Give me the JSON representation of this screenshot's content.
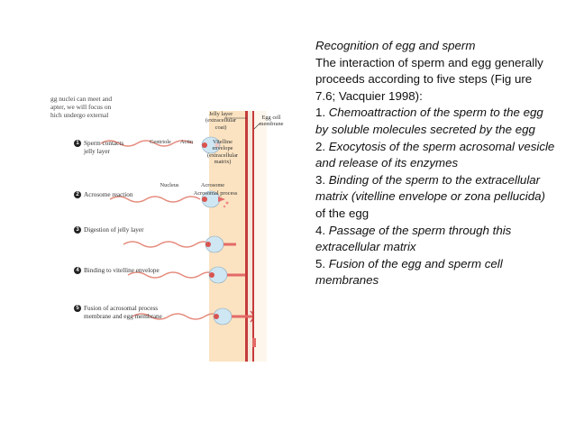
{
  "figure": {
    "background_text": [
      "gg nuclei can meet and",
      "apter, we will focus on",
      "hich undergo external"
    ],
    "labels": {
      "jelly_layer": [
        "Jelly layer",
        "(extracellular",
        "coat)"
      ],
      "egg_cell_membrane": [
        "Egg cell",
        "membrane"
      ],
      "centriole": "Centriole",
      "actin": "Actin",
      "vitelline_envelope": [
        "Vitelline",
        "envelope",
        "(extracellular",
        "matrix)"
      ],
      "nucleus": "Nucleus",
      "acrosome": "Acrosome",
      "acrosomal_process": "Acrosomal process"
    },
    "steps": [
      {
        "num": "1",
        "lines": [
          "Sperm contacts",
          "jelly layer"
        ]
      },
      {
        "num": "2",
        "lines": [
          "Acrosome reaction"
        ]
      },
      {
        "num": "3",
        "lines": [
          "Digestion of jelly layer"
        ]
      },
      {
        "num": "4",
        "lines": [
          "Binding to vitelline envelope"
        ]
      },
      {
        "num": "5",
        "lines": [
          "Fusion of acrosomal process",
          "membrane and egg membrane"
        ]
      }
    ]
  },
  "text": {
    "title": "Recognition of egg and sperm",
    "intro": "The interaction of sperm and egg generally proceeds according to five steps (Fig ure",
    "citation": "7.6; Vacquier 1998):",
    "items": [
      {
        "prefix": "1. ",
        "body": "Chemoattraction of the sperm to the egg by soluble molecules secreted by the egg",
        "suffix": ""
      },
      {
        "prefix": "2. ",
        "body": "Exocytosis of the sperm acrosomal vesicle and release of its enzymes",
        "suffix": ""
      },
      {
        "prefix": "3. ",
        "body": "Binding of the sperm to the extracellular matrix (vitelline envelope or zona pellucida)",
        "suffix": "of the egg"
      },
      {
        "prefix": "4. ",
        "body": "Passage of the sperm through this extracellular matrix",
        "suffix": ""
      },
      {
        "prefix": "5. ",
        "body": "Fusion of the egg and sperm cell membranes",
        "suffix": ""
      }
    ]
  }
}
